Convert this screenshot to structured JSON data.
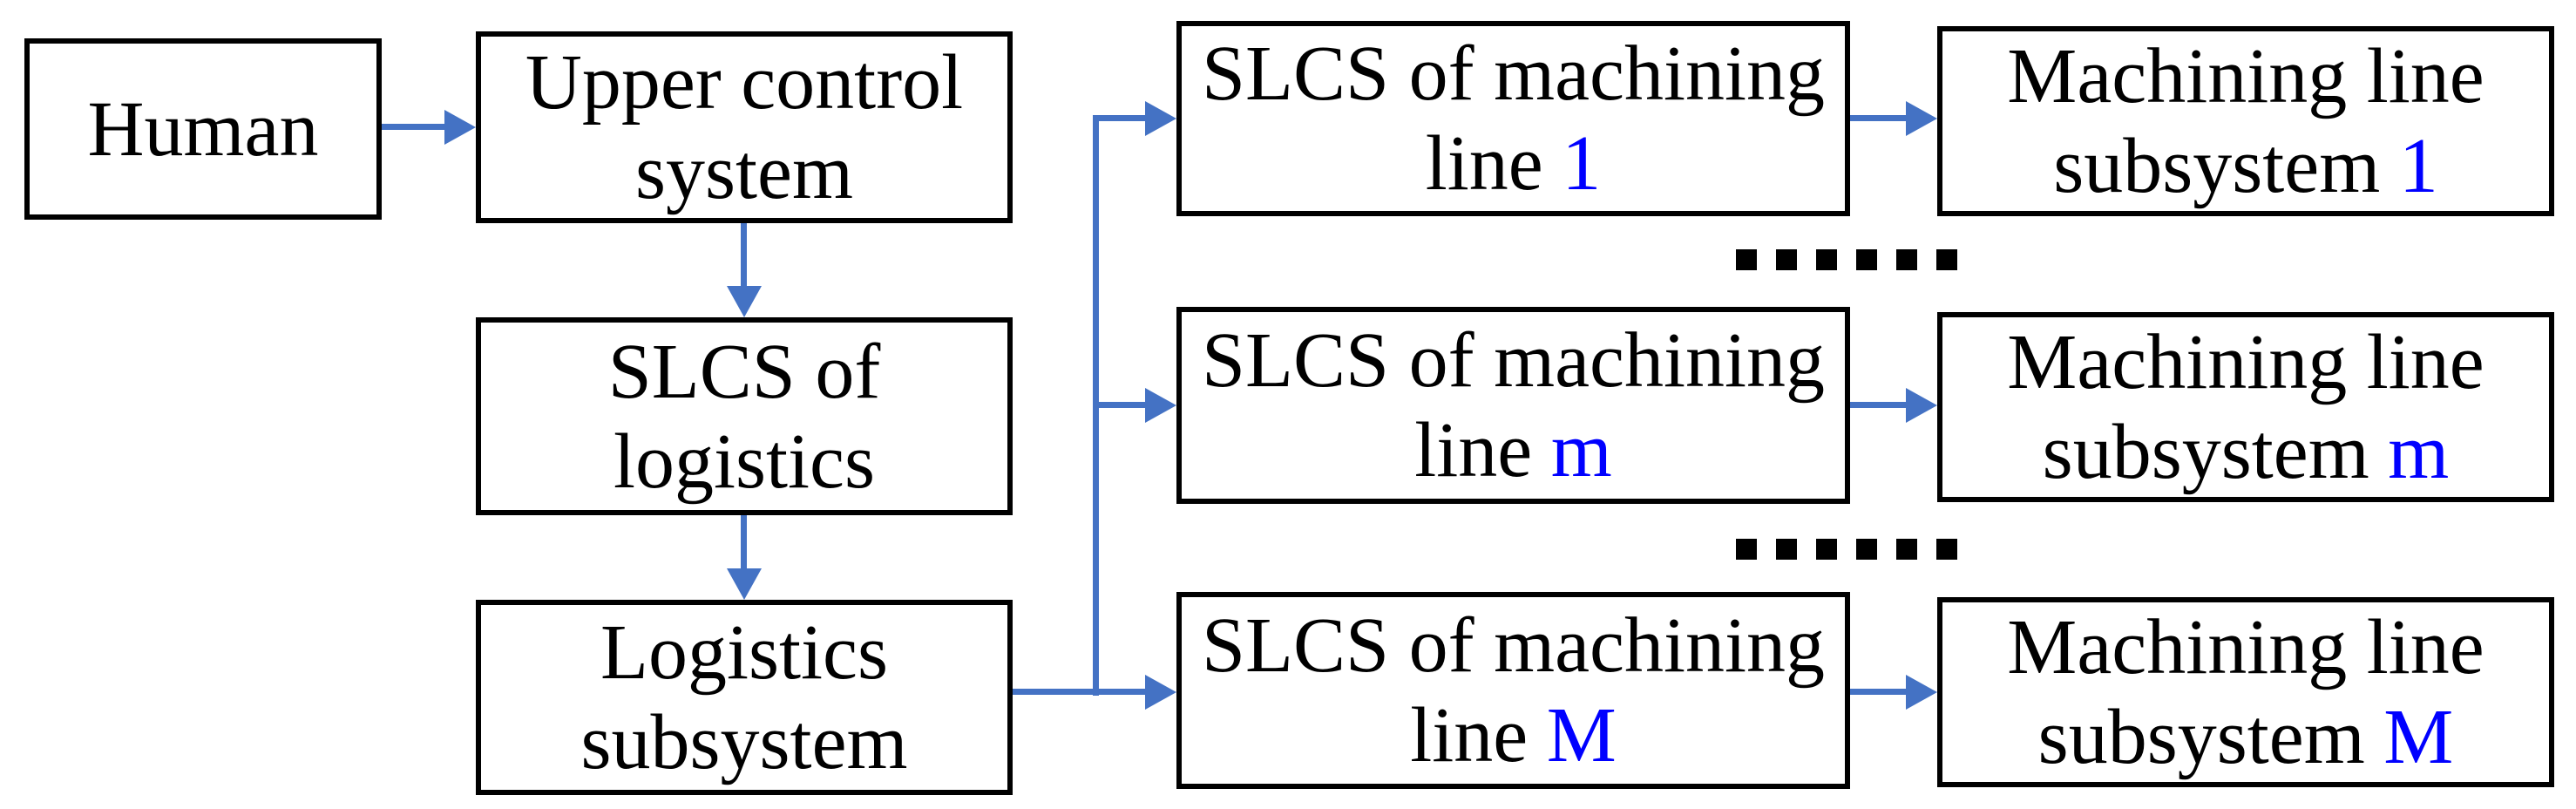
{
  "colors": {
    "arrow_blue": "#4472C4",
    "index_blue": "#0000FF",
    "line_black": "#000000",
    "text_black": "#000000",
    "background": "#FFFFFF"
  },
  "nodes": {
    "human": {
      "line1": "Human"
    },
    "upper_control": {
      "line1": "Upper control",
      "line2": "system"
    },
    "slcs_logistics": {
      "line1": "SLCS of",
      "line2": "logistics"
    },
    "logistics_sub": {
      "line1": "Logistics",
      "line2": "subsystem"
    },
    "slcs_line_1": {
      "line1": "SLCS of machining",
      "line2": "line",
      "index": "1"
    },
    "slcs_line_m": {
      "line1": "SLCS of machining",
      "line2": "line",
      "index": "m"
    },
    "slcs_line_M": {
      "line1": "SLCS of machining",
      "line2": "line",
      "index": "M"
    },
    "machining_sub_1": {
      "line1": "Machining line",
      "line2": "subsystem",
      "index": "1"
    },
    "machining_sub_m": {
      "line1": "Machining line",
      "line2": "subsystem",
      "index": "m"
    },
    "machining_sub_M": {
      "line1": "Machining line",
      "line2": "subsystem",
      "index": "M"
    }
  },
  "separators": {
    "dash_count": 6
  }
}
